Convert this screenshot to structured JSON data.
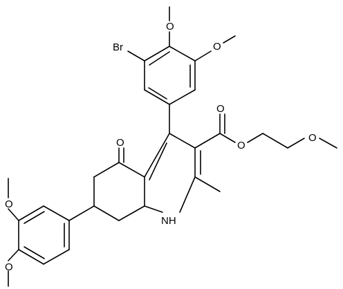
{
  "molecule": {
    "atom_labels": {
      "br": "Br",
      "o_top_left": "O",
      "o_top_right": "O",
      "o_ketone": "O",
      "o_ester_carbonyl": "O",
      "o_ester_link": "O",
      "o_ether": "O",
      "o_left_top": "O",
      "o_left_bottom": "O",
      "nh": "NH"
    },
    "colors": {
      "bond": "#000000",
      "text": "#000000",
      "background": "#ffffff"
    }
  }
}
